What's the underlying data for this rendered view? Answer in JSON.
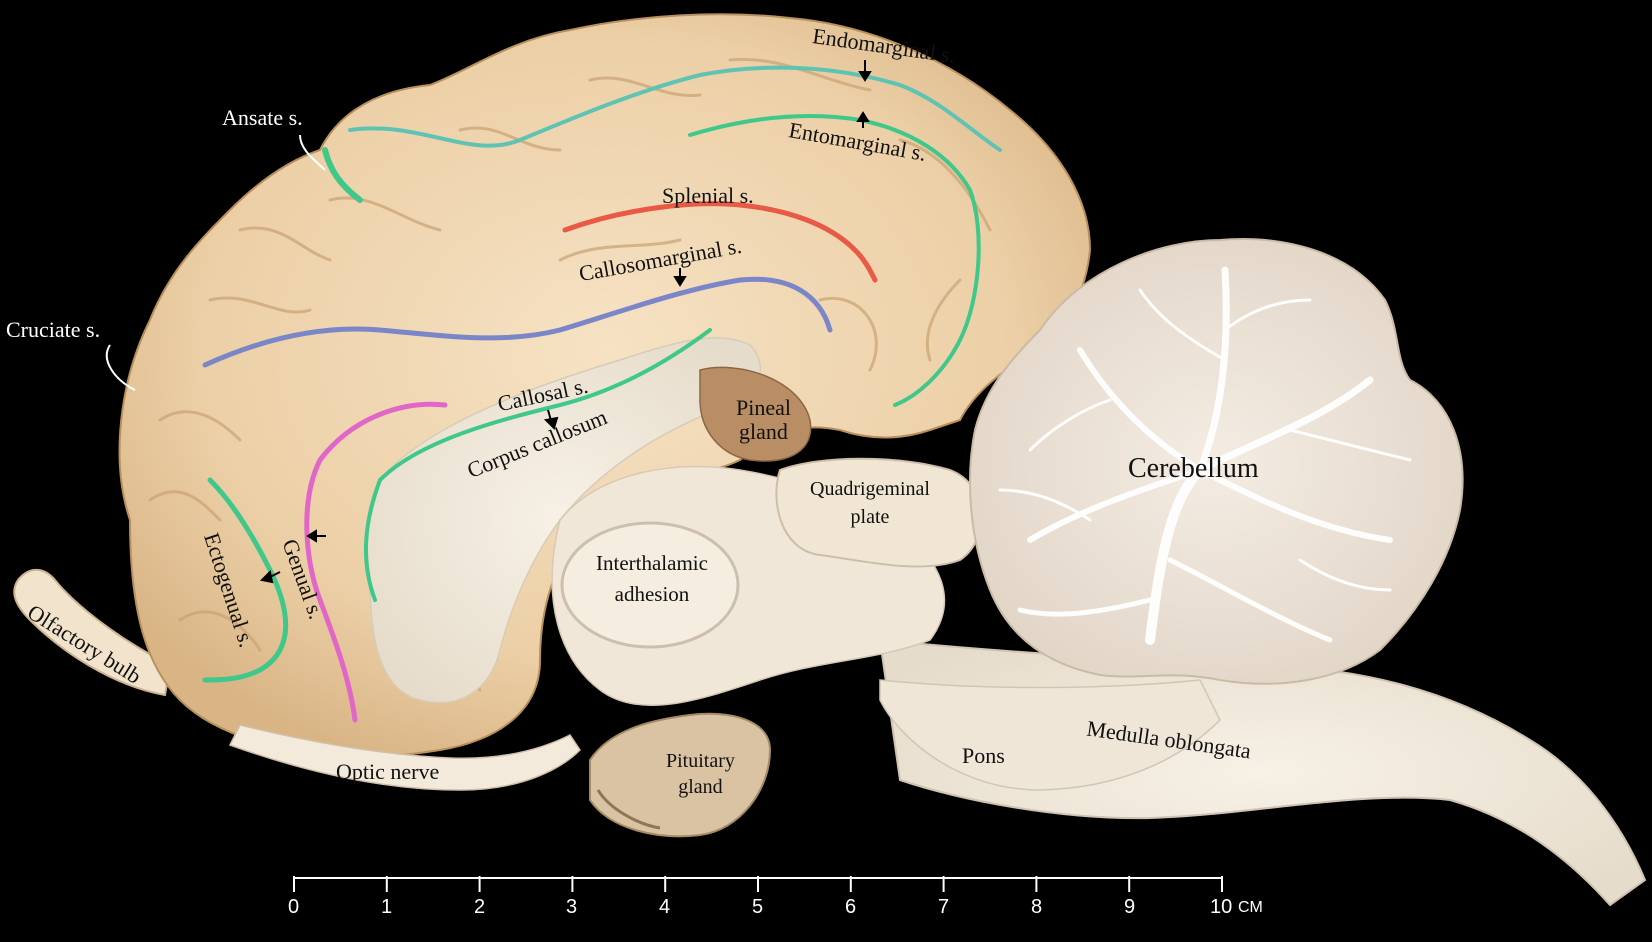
{
  "labels": {
    "endomarginal": "Endomarginal s.",
    "entomarginal": "Entomarginal s.",
    "ansate": "Ansate s.",
    "splenial": "Splenial s.",
    "callosomarginal": "Callosomarginal s.",
    "cruciate": "Cruciate s.",
    "callosal": "Callosal s.",
    "corpus_callosum": "Corpus callosum",
    "pineal": [
      "Pineal",
      "gland"
    ],
    "quadrigeminal": [
      "Quadrigeminal",
      "plate"
    ],
    "cerebellum": "Cerebellum",
    "genual": "Genual s.",
    "ectogenual": "Ectogenual s.",
    "interthalamic": [
      "Interthalamic",
      "adhesion"
    ],
    "olfactory": "Olfactory bulb",
    "optic": "Optic nerve",
    "pituitary": [
      "Pituitary",
      "gland"
    ],
    "pons": "Pons",
    "medulla": "Medulla oblongata"
  },
  "scale": {
    "ticks": [
      "0",
      "1",
      "2",
      "3",
      "4",
      "5",
      "6",
      "7",
      "8",
      "9",
      "10"
    ],
    "unit": "CM"
  },
  "colors": {
    "background": "#000000",
    "tissue": "#efd5b0",
    "white_matter": "#f3ebdd",
    "sulcus_teal": "#5fc3b4",
    "sulcus_green": "#3fc88a",
    "sulcus_red": "#e85a45",
    "sulcus_blue": "#7a86c8",
    "sulcus_pink": "#e266c8"
  }
}
